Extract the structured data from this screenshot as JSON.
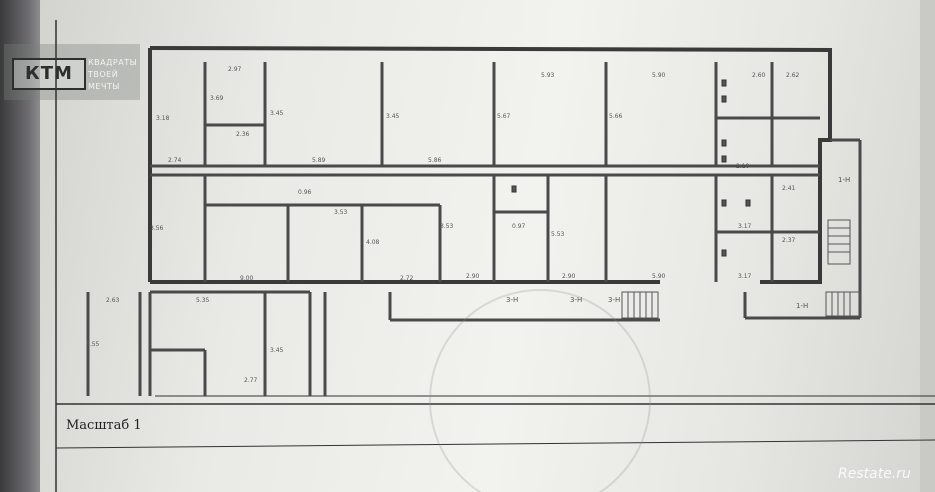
{
  "logo": {
    "mark": "КТМ",
    "line1": "КВАДРАТЫ",
    "line2": "ТВОЕЙ",
    "line3": "МЕЧТЫ"
  },
  "scale_label": "Масштаб 1",
  "watermark": "Restate.ru",
  "plan_labels": {
    "d1": "2.97",
    "d2": "5.93",
    "d3": "5.90",
    "d4": "2.60",
    "d5": "2.62",
    "d6": "3.18",
    "d7": "3.69",
    "d8": "3.45",
    "d9": "3.45",
    "d10": "5.67",
    "d11": "5.66",
    "d12": "2.36",
    "d13": "2.74",
    "d14": "5.89",
    "d15": "5.86",
    "d16": "0.96",
    "d17": "3.53",
    "d18": "0.97",
    "d19": "3.53",
    "d20": "5.53",
    "d21": "4.08",
    "d22": "3.56",
    "d23": "9.00",
    "d24": "2.72",
    "d25": "2.90",
    "d26": "2.90",
    "d27": "5.90",
    "d28": "3.17",
    "d29": "2.37",
    "d30": "2.63",
    "d31": "5.35",
    "d32": "3.45",
    "d33": "2.77",
    "d34": "5.55",
    "d35": "2.41",
    "d36": "2.10",
    "d37": "3.17",
    "e1": "3-Н",
    "e2": "3-Н",
    "e3": "3-Н",
    "e4": "1-Н",
    "e5": "1-Н"
  }
}
